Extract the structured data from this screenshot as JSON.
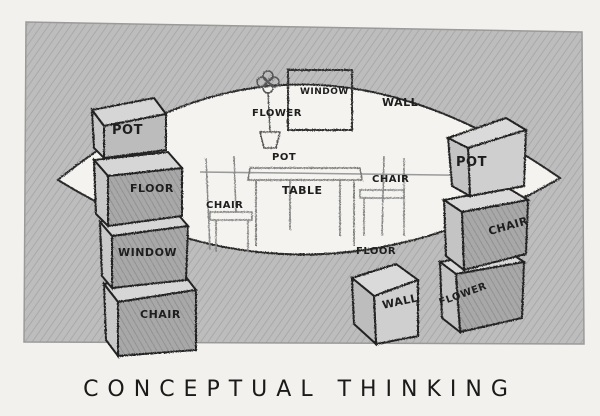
{
  "title": "CONCEPTUAL THINKING",
  "eye_labels": {
    "flower": "FLOWER",
    "window": "WINDOW",
    "wall": "WALL",
    "pot": "POT",
    "table": "TABLE",
    "chair_left": "CHAIR",
    "chair_right": "CHAIR",
    "floor": "FLOOR"
  },
  "left_stack": {
    "block1": "POT",
    "block2": "FLOOR",
    "block3": "WINDOW",
    "block4": "CHAIR"
  },
  "right_stack": {
    "block1": "POT",
    "block2": "CHAIR",
    "block3": "FLOWER"
  },
  "middle_block": "WALL",
  "colors": {
    "paper": "#f2f0ec",
    "graphite_shade": "#b9b9b9",
    "ink": "#1e1e1e"
  }
}
